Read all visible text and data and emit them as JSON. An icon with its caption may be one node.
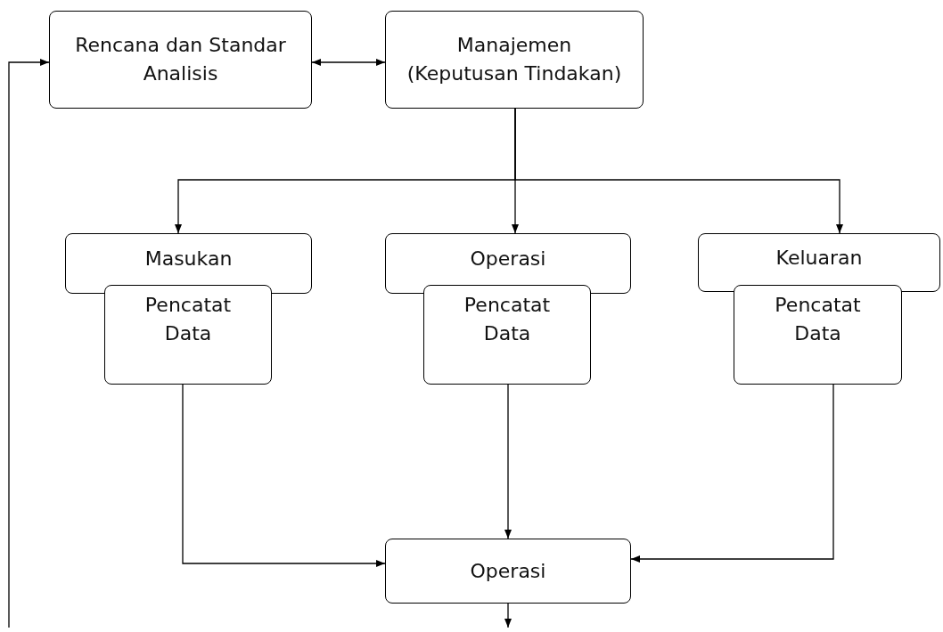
{
  "diagram": {
    "nodes": [
      {
        "text": [
          "Rencana dan Standar Analisis"
        ]
      },
      {
        "text": [
          "Manajemen (Keputusan Tindakan)"
        ]
      },
      {
        "text": [
          "Masukan"
        ]
      },
      {
        "text": [
          "Pencatat Data"
        ]
      },
      {
        "text": [
          "Operasi"
        ]
      },
      {
        "text": [
          "Pencatat Data"
        ]
      },
      {
        "text": [
          "Keluaran"
        ]
      },
      {
        "text": [
          "Pencatat Data"
        ]
      },
      {
        "text": [
          "Operasi"
        ]
      }
    ],
    "edges": [
      {
        "from": 0,
        "to": 1,
        "arrow": "both"
      },
      {
        "from": 1,
        "to": 2,
        "arrow": "to"
      },
      {
        "from": 1,
        "to": 4,
        "arrow": "to"
      },
      {
        "from": 1,
        "to": 6,
        "arrow": "to"
      },
      {
        "from": 3,
        "to": 8,
        "arrow": "to"
      },
      {
        "from": 5,
        "to": 8,
        "arrow": "to"
      },
      {
        "from": 7,
        "to": 8,
        "arrow": "to"
      },
      {
        "from": 8,
        "to": null,
        "arrow": "to"
      },
      {
        "from": null,
        "to": 0,
        "arrow": "to"
      }
    ]
  }
}
